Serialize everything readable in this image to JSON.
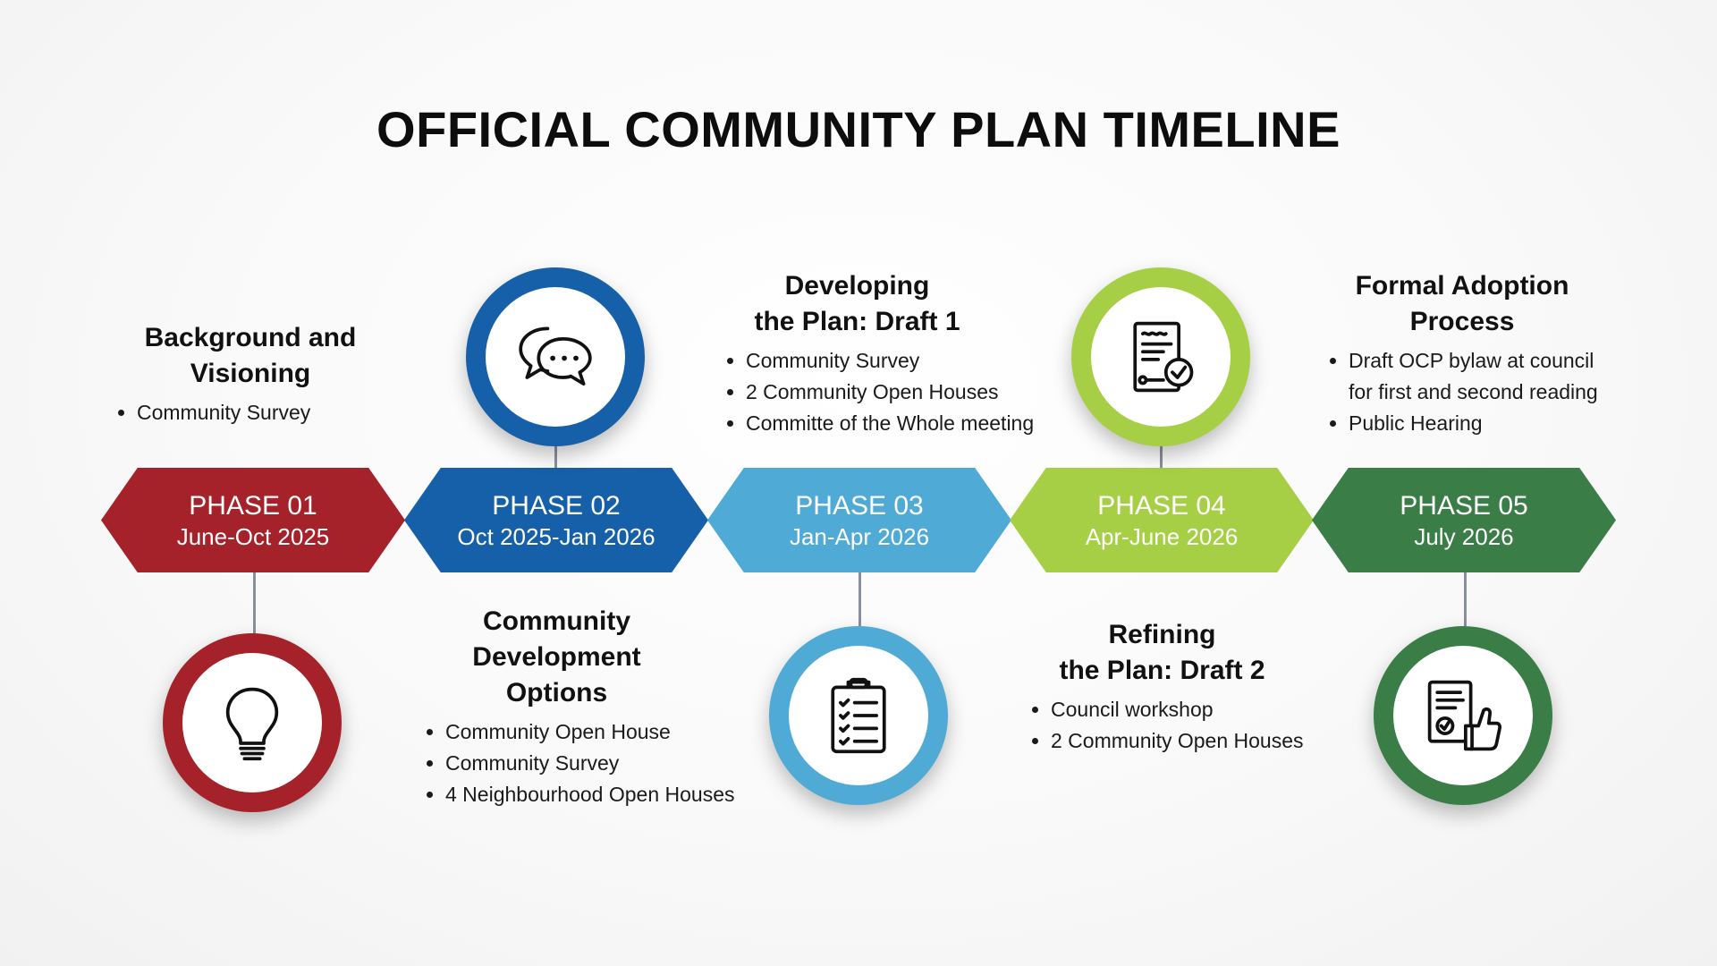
{
  "title": "OFFICIAL COMMUNITY PLAN TIMELINE",
  "colors": {
    "phase1": "#a6222a",
    "phase2": "#1560a8",
    "phase3": "#4faad6",
    "phase4": "#a6cf45",
    "phase5": "#3a7d47",
    "connector": "#8a8f9e"
  },
  "phases": [
    {
      "label": "PHASE 01",
      "dates": "June-Oct 2025",
      "heading_lines": [
        "Background and",
        "Visioning"
      ],
      "bullets": [
        "Community Survey"
      ],
      "icon": "lightbulb-icon"
    },
    {
      "label": "PHASE 02",
      "dates": "Oct 2025-Jan 2026",
      "heading_lines": [
        "Community",
        "Development",
        "Options"
      ],
      "bullets": [
        "Community Open House",
        "Community Survey",
        "4 Neighbourhood Open Houses"
      ],
      "icon": "chat-bubbles-icon"
    },
    {
      "label": "PHASE 03",
      "dates": "Jan-Apr 2026",
      "heading_lines": [
        "Developing",
        "the Plan: Draft 1"
      ],
      "bullets": [
        "Community Survey",
        "2 Community Open Houses",
        "Committe of the Whole meeting"
      ],
      "icon": "clipboard-checklist-icon"
    },
    {
      "label": "PHASE 04",
      "dates": "Apr-June 2026",
      "heading_lines": [
        "Refining",
        "the Plan: Draft 2"
      ],
      "bullets": [
        "Council workshop",
        "2 Community Open Houses"
      ],
      "icon": "signed-document-icon"
    },
    {
      "label": "PHASE 05",
      "dates": "July 2026",
      "heading_lines": [
        "Formal Adoption",
        "Process"
      ],
      "bullets": [
        "Draft OCP bylaw at council for first and second reading",
        "Public Hearing"
      ],
      "icon": "approved-document-thumbs-up-icon"
    }
  ]
}
